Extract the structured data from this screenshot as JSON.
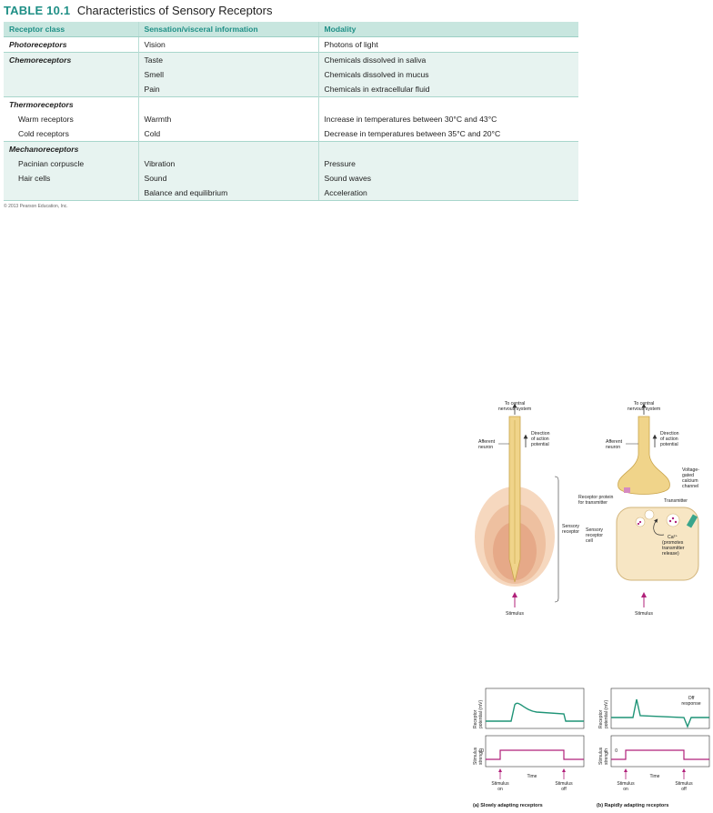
{
  "table": {
    "number": "TABLE 10.1",
    "caption": "Characteristics of Sensory Receptors",
    "headers": [
      "Receptor class",
      "Sensation/visceral information",
      "Modality"
    ],
    "rows": [
      {
        "cls": "Photoreceptors",
        "sensation": "Vision",
        "modality": "Photons of light",
        "kind": "class",
        "shade": false,
        "start": true
      },
      {
        "cls": "Chemoreceptors",
        "sensation": "Taste",
        "modality": "Chemicals dissolved in saliva",
        "kind": "class",
        "shade": true,
        "start": true
      },
      {
        "cls": "",
        "sensation": "Smell",
        "modality": "Chemicals dissolved in mucus",
        "kind": "class",
        "shade": true,
        "start": false
      },
      {
        "cls": "",
        "sensation": "Pain",
        "modality": "Chemicals in extracellular fluid",
        "kind": "class",
        "shade": true,
        "start": false
      },
      {
        "cls": "Thermoreceptors",
        "sensation": "",
        "modality": "",
        "kind": "class",
        "shade": false,
        "start": true
      },
      {
        "cls": "Warm receptors",
        "sensation": "Warmth",
        "modality": "Increase in temperatures between 30°C and 43°C",
        "kind": "sub",
        "shade": false,
        "start": false
      },
      {
        "cls": "Cold receptors",
        "sensation": "Cold",
        "modality": "Decrease in temperatures between 35°C and 20°C",
        "kind": "sub",
        "shade": false,
        "start": false
      },
      {
        "cls": "Mechanoreceptors",
        "sensation": "",
        "modality": "",
        "kind": "class",
        "shade": true,
        "start": true
      },
      {
        "cls": "Pacinian corpuscle",
        "sensation": "Vibration",
        "modality": "Pressure",
        "kind": "sub",
        "shade": true,
        "start": false
      },
      {
        "cls": "Hair cells",
        "sensation": "Sound",
        "modality": "Sound waves",
        "kind": "sub",
        "shade": true,
        "start": false
      },
      {
        "cls": "",
        "sensation": "Balance and equilibrium",
        "modality": "Acceleration",
        "kind": "sub",
        "shade": true,
        "start": false
      }
    ],
    "copyright": "© 2013 Pearson Education, Inc."
  },
  "receptor_figure": {
    "left": {
      "top_label_1": "To central",
      "top_label_2": "nervous system",
      "afferent_1": "Afferent",
      "afferent_2": "neuron",
      "direction_1": "Direction",
      "direction_2": "of action",
      "direction_3": "potential",
      "sensory_1": "Sensory",
      "sensory_2": "receptor",
      "stimulus": "Stimulus"
    },
    "right": {
      "top_label_1": "To central",
      "top_label_2": "nervous system",
      "afferent_1": "Afferent",
      "afferent_2": "neuron",
      "direction_1": "Direction",
      "direction_2": "of action",
      "direction_3": "potential",
      "vg_1": "Voltage-",
      "vg_2": "gated",
      "vg_3": "calcium",
      "vg_4": "channel",
      "transmitter": "Transmitter",
      "rp_1": "Receptor protein",
      "rp_2": "for transmitter",
      "src_1": "Sensory",
      "src_2": "receptor",
      "src_3": "cell",
      "ca": "Ca²⁺",
      "ca_2": "(promotes",
      "ca_3": "transmitter",
      "ca_4": "release)",
      "stimulus": "Stimulus"
    }
  },
  "adapt_figure": {
    "ylabel_top_1": "Receptor",
    "ylabel_top_2": "potential (mV)",
    "ylabel_bot_1": "Stimulus",
    "ylabel_bot_2": "strength",
    "zero": "0",
    "time": "Time",
    "stim_on_1": "Stimulus",
    "stim_on_2": "on",
    "stim_off_1": "Stimulus",
    "stim_off_2": "off",
    "off_response_1": "Off",
    "off_response_2": "response",
    "caption_a": "(a) Slowly adapting receptors",
    "caption_b": "(b) Rapidly adapting receptors",
    "colors": {
      "potential": "#1f9477",
      "stimulus": "#b0207a",
      "neuron": "#f0d48a",
      "receptor": "#e8a47a"
    }
  }
}
